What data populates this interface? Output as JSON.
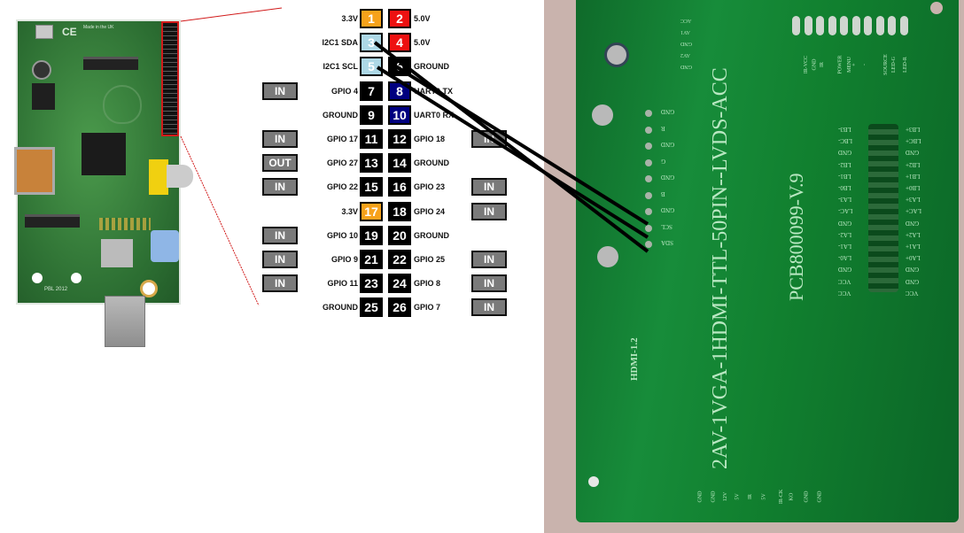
{
  "raspberry_pi": {
    "silkscreen": {
      "made_in": "Made in the UK",
      "ce_mark": "CE",
      "pbl": "PBL 2012"
    },
    "highlight_color": "#d11a1a"
  },
  "pin_diagram": {
    "colors": {
      "power_3v3": "#f7a21b",
      "power_5v": "#ee1111",
      "i2c": "#add8e6",
      "ground_gpio": "#000000",
      "uart": "#000080",
      "direction_button": "#7a7a7a"
    },
    "rows": [
      {
        "left_dir": "",
        "left_label": "3.3V",
        "left_pin": "1",
        "left_type": "power_3v3",
        "right_pin": "2",
        "right_type": "power_5v",
        "right_label": "5.0V",
        "right_dir": ""
      },
      {
        "left_dir": "",
        "left_label": "I2C1 SDA",
        "left_pin": "3",
        "left_type": "i2c",
        "right_pin": "4",
        "right_type": "power_5v",
        "right_label": "5.0V",
        "right_dir": ""
      },
      {
        "left_dir": "",
        "left_label": "I2C1 SCL",
        "left_pin": "5",
        "left_type": "i2c",
        "right_pin": "6",
        "right_type": "ground_gpio",
        "right_label": "GROUND",
        "right_dir": ""
      },
      {
        "left_dir": "IN",
        "left_label": "GPIO 4",
        "left_pin": "7",
        "left_type": "ground_gpio",
        "right_pin": "8",
        "right_type": "uart",
        "right_label": "UART0 TX",
        "right_dir": ""
      },
      {
        "left_dir": "",
        "left_label": "GROUND",
        "left_pin": "9",
        "left_type": "ground_gpio",
        "right_pin": "10",
        "right_type": "uart",
        "right_label": "UART0 RX",
        "right_dir": ""
      },
      {
        "left_dir": "IN",
        "left_label": "GPIO 17",
        "left_pin": "11",
        "left_type": "ground_gpio",
        "right_pin": "12",
        "right_type": "ground_gpio",
        "right_label": "GPIO 18",
        "right_dir": "IN"
      },
      {
        "left_dir": "OUT",
        "left_label": "GPIO 27",
        "left_pin": "13",
        "left_type": "ground_gpio",
        "right_pin": "14",
        "right_type": "ground_gpio",
        "right_label": "GROUND",
        "right_dir": ""
      },
      {
        "left_dir": "IN",
        "left_label": "GPIO 22",
        "left_pin": "15",
        "left_type": "ground_gpio",
        "right_pin": "16",
        "right_type": "ground_gpio",
        "right_label": "GPIO 23",
        "right_dir": "IN"
      },
      {
        "left_dir": "",
        "left_label": "3.3V",
        "left_pin": "17",
        "left_type": "power_3v3",
        "right_pin": "18",
        "right_type": "ground_gpio",
        "right_label": "GPIO 24",
        "right_dir": "IN"
      },
      {
        "left_dir": "IN",
        "left_label": "GPIO 10",
        "left_pin": "19",
        "left_type": "ground_gpio",
        "right_pin": "20",
        "right_type": "ground_gpio",
        "right_label": "GROUND",
        "right_dir": ""
      },
      {
        "left_dir": "IN",
        "left_label": "GPIO 9",
        "left_pin": "21",
        "left_type": "ground_gpio",
        "right_pin": "22",
        "right_type": "ground_gpio",
        "right_label": "GPIO 25",
        "right_dir": "IN"
      },
      {
        "left_dir": "IN",
        "left_label": "GPIO 11",
        "left_pin": "23",
        "left_type": "ground_gpio",
        "right_pin": "24",
        "right_type": "ground_gpio",
        "right_label": "GPIO 8",
        "right_dir": "IN"
      },
      {
        "left_dir": "",
        "left_label": "GROUND",
        "left_pin": "25",
        "left_type": "ground_gpio",
        "right_pin": "26",
        "right_type": "ground_gpio",
        "right_label": "GPIO 7",
        "right_dir": "IN"
      }
    ]
  },
  "wires": [
    {
      "from_pin": "3",
      "to": "SDA"
    },
    {
      "from_pin": "5",
      "to": "SCL"
    },
    {
      "from_pin": "6",
      "to": "GND"
    }
  ],
  "lcd_board": {
    "model_text": "2AV-1VGA-1HDMI-TTL-50PIN--LVDS-ACC",
    "pcb_text": "PCB800099-V.9",
    "hdmi_text": "HDMI-1.2",
    "vga_labels": [
      "GND",
      "R",
      "GND",
      "G",
      "GND",
      "B",
      "GND",
      "SCL",
      "SDA"
    ],
    "av_labels": [
      "ACC",
      "AV1",
      "GND",
      "AV2",
      "GND"
    ],
    "keypad_labels": [
      "IR-VCC",
      "GND",
      "IR",
      "POWER",
      "MENU",
      "+",
      "-",
      "SOURCE",
      "LED-G",
      "LED-R"
    ],
    "lvds_left": [
      "LB3-",
      "LBC-",
      "GND",
      "LB2-",
      "LB1-",
      "LB0-",
      "LA3-",
      "LAC-",
      "GND",
      "LA2-",
      "LA1-",
      "LA0-",
      "GND",
      "VCC",
      "VCC"
    ],
    "lvds_right": [
      "LB3+",
      "LBC+",
      "GND",
      "LB2+",
      "LB1+",
      "LB0+",
      "LA3+",
      "LAC+",
      "GND",
      "LA2+",
      "LA1+",
      "LA0+",
      "GND",
      "GND",
      "VCC"
    ],
    "bottom_labels": [
      "GND",
      "GND",
      "12V",
      "5V",
      "IR",
      "5V",
      "IR-CK",
      "KO",
      "GND",
      "GND"
    ]
  }
}
